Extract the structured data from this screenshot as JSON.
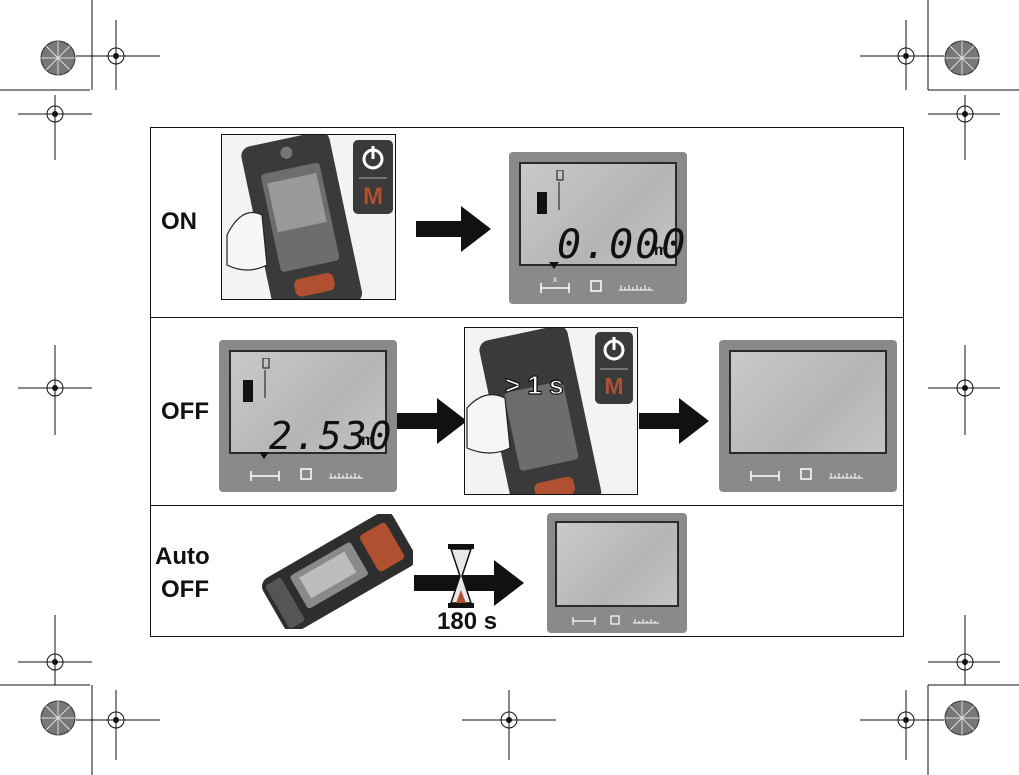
{
  "rows": [
    {
      "label": "ON",
      "lcd_reading": "0.000",
      "lcd_unit": "m"
    },
    {
      "label": "OFF",
      "lcd_reading": "2.530",
      "lcd_unit": "m",
      "hold_text": "> 1 s"
    },
    {
      "label_line1": "Auto",
      "label_line2": "OFF",
      "timer_text": "180 s"
    }
  ],
  "button": {
    "top_icon": "power-icon",
    "bottom_letter": "M"
  },
  "lcd_footer": {
    "mode_letter": "x"
  },
  "colors": {
    "lcd_bezel": "#8a8a8a",
    "lcd_screen": "#c0c0c0",
    "button_dark": "#3a3a3a",
    "button_accent": "#b05030"
  }
}
